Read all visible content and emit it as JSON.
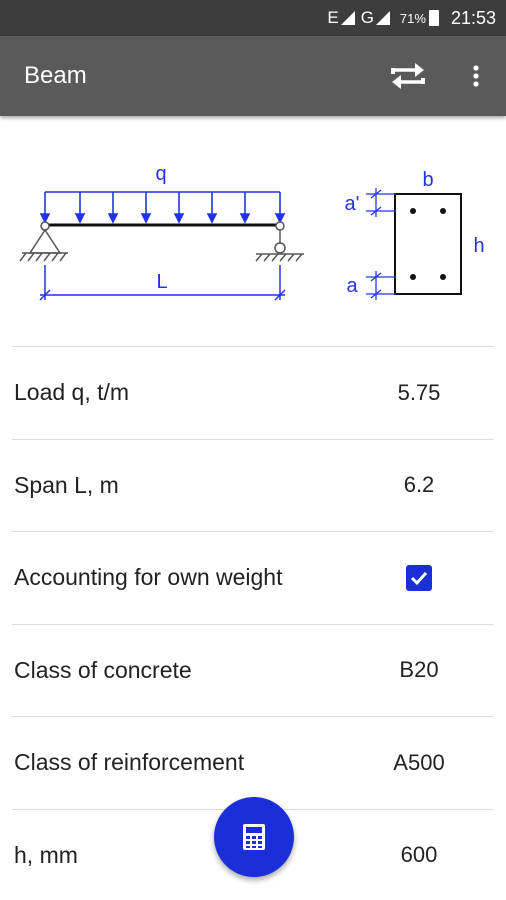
{
  "status_bar": {
    "network_label_1": "E",
    "network_label_2": "G",
    "battery": "71%",
    "time": "21:53"
  },
  "app_bar": {
    "title": "Beam"
  },
  "diagram": {
    "load_label": "q",
    "span_label": "L",
    "width_label": "b",
    "height_label": "h",
    "top_cover_label": "a'",
    "bottom_cover_label": "a"
  },
  "params": [
    {
      "label": "Load q, t/m",
      "value": "5.75"
    },
    {
      "label": "Span L, m",
      "value": "6.2"
    },
    {
      "label": "Accounting for own weight",
      "checked": true
    },
    {
      "label": "Class of concrete",
      "value": "B20"
    },
    {
      "label": "Class of reinforcement",
      "value": "A500"
    },
    {
      "label": "h, mm",
      "value": "600"
    }
  ],
  "colors": {
    "accent": "#1a2fd8",
    "app_bar": "#5a5a5a",
    "status_bar": "#3d3d3d",
    "drawing_blue": "#2233e6"
  },
  "icons": {
    "swap": "swap-arrows-icon",
    "more": "more-vert-icon",
    "fab": "calculator-icon"
  }
}
